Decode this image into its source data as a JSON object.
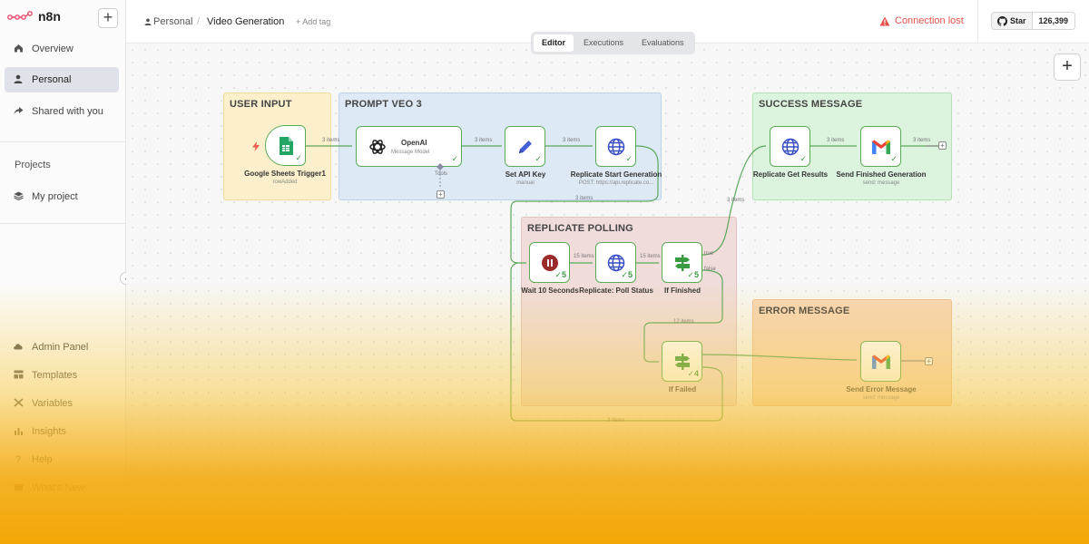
{
  "app": {
    "name": "n8n"
  },
  "sidebar": {
    "add_label": "+",
    "items": [
      {
        "label": "Overview",
        "icon": "home-icon"
      },
      {
        "label": "Personal",
        "icon": "user-icon"
      },
      {
        "label": "Shared with you",
        "icon": "share-icon"
      }
    ],
    "projects_title": "Projects",
    "project_item": "My project",
    "bottom_items": [
      "Admin Panel",
      "Templates",
      "Variables",
      "Insights",
      "Help",
      "What's New"
    ]
  },
  "header": {
    "breadcrumb_owner": "Personal",
    "breadcrumb_separator": "/",
    "breadcrumb_workflow": "Video Generation",
    "add_tag": "+ Add tag",
    "connection_status": "Connection lost",
    "github_star": "Star",
    "github_count": "126,399"
  },
  "tabs": [
    {
      "label": "Editor",
      "active": true
    },
    {
      "label": "Executions",
      "active": false
    },
    {
      "label": "Evaluations",
      "active": false
    }
  ],
  "canvas": {
    "add_label": "+"
  },
  "notes": [
    {
      "title": "USER INPUT",
      "color": "#fbefcc",
      "border": "#f1dc9c"
    },
    {
      "title": "PROMPT VEO 3",
      "color": "#dde9f5",
      "border": "#bcd2ea"
    },
    {
      "title": "SUCCESS MESSAGE",
      "color": "#dcf3dd",
      "border": "#b2e1b3"
    },
    {
      "title": "REPLICATE POLLING",
      "color": "#f0dcdb",
      "border": "#e0c2c0"
    },
    {
      "title": "ERROR MESSAGE",
      "color": "#f7d6b8",
      "border": "#efbf91"
    }
  ],
  "nodes": {
    "sheets": {
      "label": "Google Sheets Trigger1",
      "sub": "rowAdded"
    },
    "openai": {
      "label": "OpenAI",
      "sub": "Message Model",
      "tools": "Tools"
    },
    "setkey": {
      "label": "Set API Key",
      "sub": "manual"
    },
    "replicate_start": {
      "label": "Replicate Start Generation",
      "sub": "POST: https://api.replicate.co..."
    },
    "get_results": {
      "label": "Replicate Get Results",
      "sub": ""
    },
    "send_finished": {
      "label": "Send Finished Generation",
      "sub": "send: message"
    },
    "wait": {
      "label": "Wait 10 Seconds",
      "count": "5"
    },
    "poll": {
      "label": "Replicate: Poll Status",
      "count": "5"
    },
    "if_finished": {
      "label": "If Finished",
      "count": "5",
      "true_label": "true",
      "false_label": "false"
    },
    "if_failed": {
      "label": "If Failed",
      "count": "4"
    },
    "send_error": {
      "label": "Send Error Message",
      "sub": "send: message"
    }
  },
  "edges": {
    "e1": "3 items",
    "e2": "3 items",
    "e3": "3 items",
    "e4": "3 items",
    "e5": "3 items",
    "e6": "3 items",
    "e7": "15 items",
    "e8": "15 items",
    "e9": "12 items",
    "e10": "3 items",
    "e11": "3 items"
  },
  "colors": {
    "node_border": "#5bab56",
    "edge": "#5ba85b",
    "error": "#e5534b",
    "overlay": "#f3a706"
  }
}
